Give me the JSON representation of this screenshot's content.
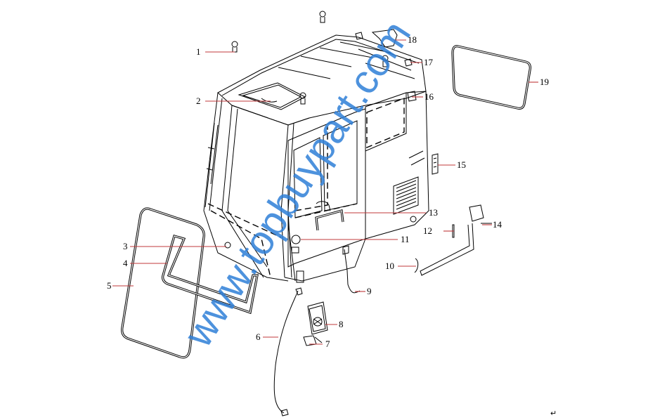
{
  "callouts": [
    "1",
    "2",
    "3",
    "4",
    "5",
    "6",
    "7",
    "8",
    "9",
    "10",
    "11",
    "12",
    "13",
    "14",
    "15",
    "16",
    "17",
    "18",
    "19"
  ],
  "watermark": "www.topbuypart.com",
  "footer_mark": "↵",
  "colors": {
    "leader_line": "#c0393b",
    "watermark": "#2f7fd8",
    "outline": "#000000"
  }
}
